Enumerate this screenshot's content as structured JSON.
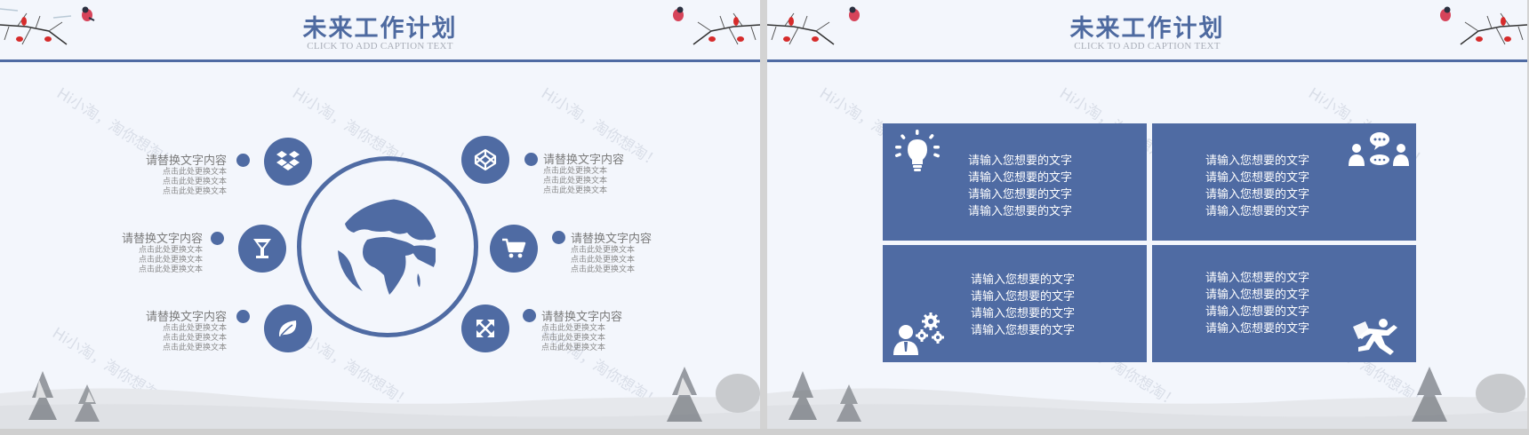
{
  "colors": {
    "accent": "#4f6ba3",
    "background": "#f3f6fc",
    "divider": "#d3d3d3",
    "caption": "#a9aeb8",
    "body_text": "#7b7b7b"
  },
  "slides": [
    {
      "title": "未来工作计划",
      "caption": "CLICK TO ADD CAPTION TEXT",
      "center_icon": "globe-icon",
      "items": [
        {
          "side": "left",
          "icon": "dropbox-icon",
          "title": "请替换文字内容",
          "lines": [
            "点击此处更换文本",
            "点击此处更换文本",
            "点击此处更换文本"
          ]
        },
        {
          "side": "left",
          "icon": "cocktail-glass-icon",
          "title": "请替换文字内容",
          "lines": [
            "点击此处更换文本",
            "点击此处更换文本",
            "点击此处更换文本"
          ]
        },
        {
          "side": "left",
          "icon": "leaf-icon",
          "title": "请替换文字内容",
          "lines": [
            "点击此处更换文本",
            "点击此处更换文本",
            "点击此处更换文本"
          ]
        },
        {
          "side": "right",
          "icon": "codepen-cube-icon",
          "title": "请替换文字内容",
          "lines": [
            "点击此处更换文本",
            "点击此处更换文本",
            "点击此处更换文本"
          ]
        },
        {
          "side": "right",
          "icon": "shopping-cart-icon",
          "title": "请替换文字内容",
          "lines": [
            "点击此处更换文本",
            "点击此处更换文本",
            "点击此处更换文本"
          ]
        },
        {
          "side": "right",
          "icon": "expand-arrows-icon",
          "title": "请替换文字内容",
          "lines": [
            "点击此处更换文本",
            "点击此处更换文本",
            "点击此处更换文本"
          ]
        }
      ],
      "watermarks": [
        "Hi小淘，淘你想淘！",
        "Hi小淘，淘你想淘！",
        "Hi小淘，淘你想淘！"
      ]
    },
    {
      "title": "未来工作计划",
      "caption": "CLICK TO ADD CAPTION TEXT",
      "boxes": [
        {
          "position": "top-left",
          "icon": "lightbulb-icon",
          "lines": [
            "请输入您想要的文字",
            "请输入您想要的文字",
            "请输入您想要的文字",
            "请输入您想要的文字"
          ]
        },
        {
          "position": "top-right",
          "icon": "people-chat-icon",
          "lines": [
            "请输入您想要的文字",
            "请输入您想要的文字",
            "请输入您想要的文字",
            "请输入您想要的文字"
          ]
        },
        {
          "position": "bottom-left",
          "icon": "person-gears-icon",
          "lines": [
            "请输入您想要的文字",
            "请输入您想要的文字",
            "请输入您想要的文字",
            "请输入您想要的文字"
          ]
        },
        {
          "position": "bottom-right",
          "icon": "running-man-icon",
          "lines": [
            "请输入您想要的文字",
            "请输入您想要的文字",
            "请输入您想要的文字",
            "请输入您想要的文字"
          ]
        }
      ],
      "watermarks": [
        "Hi小淘，淘你想淘！",
        "Hi小淘，淘你想淘！",
        "Hi小淘，淘你想淘！"
      ]
    }
  ]
}
